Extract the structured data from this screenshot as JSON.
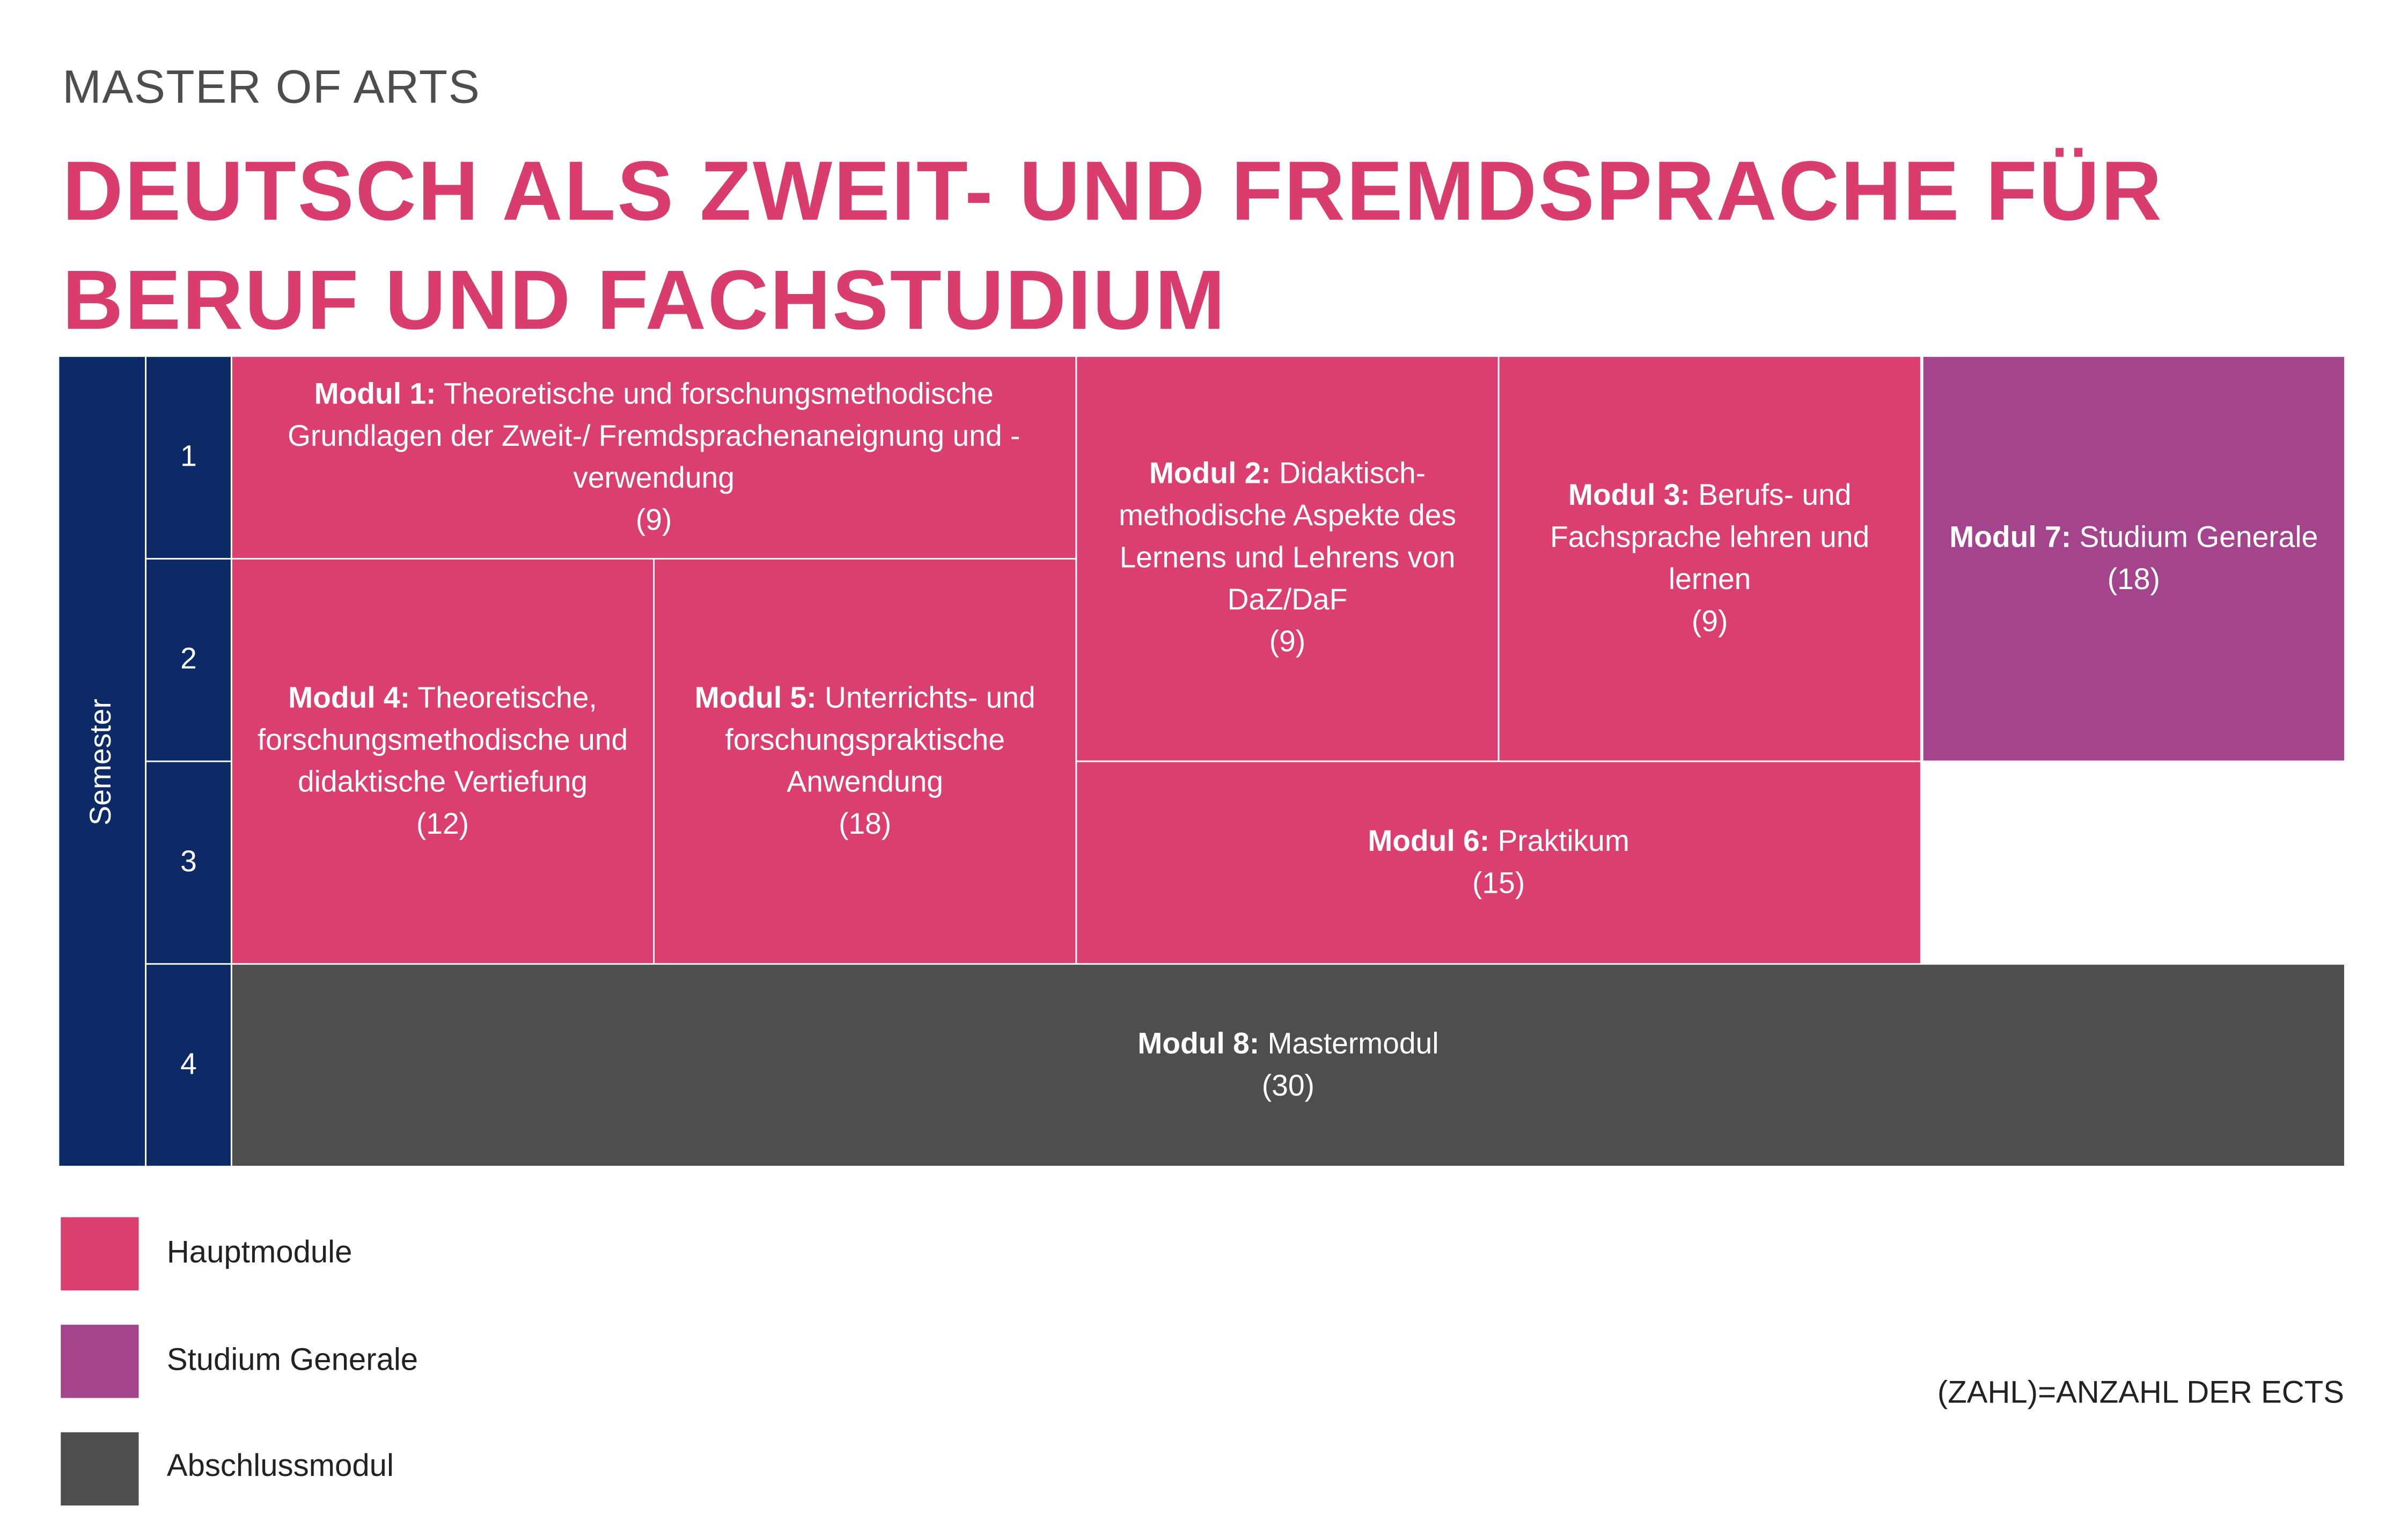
{
  "header": {
    "subtitle": "MASTER OF ARTS",
    "title": "DEUTSCH ALS ZWEIT- UND FREMDSPRACHE FÜR BERUF UND FACHSTUDIUM"
  },
  "grid": {
    "semester_label": "Semester",
    "semesters": [
      "1",
      "2",
      "3",
      "4"
    ],
    "modules": [
      {
        "label": "Modul 1:",
        "name": "Theoretische und forschungsmethodische Grundlagen der Zweit-/ Fremdsprachenaneignung und -verwendung",
        "ects": "(9)"
      },
      {
        "label": "Modul 2:",
        "name": "Didaktisch-methodische Aspekte des Lernens und Lehrens von DaZ/DaF",
        "ects": "(9)"
      },
      {
        "label": "Modul 3:",
        "name": "Berufs- und Fachsprache lehren und lernen",
        "ects": "(9)"
      },
      {
        "label": "Modul 4:",
        "name": "Theoretische, forschungsmethodische und didaktische Vertiefung",
        "ects": "(12)"
      },
      {
        "label": "Modul 5:",
        "name": "Unterrichts- und forschungspraktische Anwendung",
        "ects": "(18)"
      },
      {
        "label": "Modul 6:",
        "name": "Praktikum",
        "ects": "(15)"
      },
      {
        "label": "Modul 7:",
        "name": "Studium Generale",
        "ects": "(18)"
      },
      {
        "label": "Modul 8:",
        "name": "Mastermodul",
        "ects": "(30)"
      }
    ]
  },
  "legend": {
    "items": [
      {
        "label": "Hauptmodule",
        "color": "#db3f6f"
      },
      {
        "label": "Studium Generale",
        "color": "#a4448c"
      },
      {
        "label": "Abschlussmodul",
        "color": "#4e4e50"
      }
    ],
    "note": "(ZAHL)=ANZAHL DER ECTS"
  },
  "colors": {
    "navy": "#0c2a66",
    "pink": "#db3f6f",
    "purple": "#a4448c",
    "gray": "#4e4e50",
    "title": "#d93d6e"
  }
}
